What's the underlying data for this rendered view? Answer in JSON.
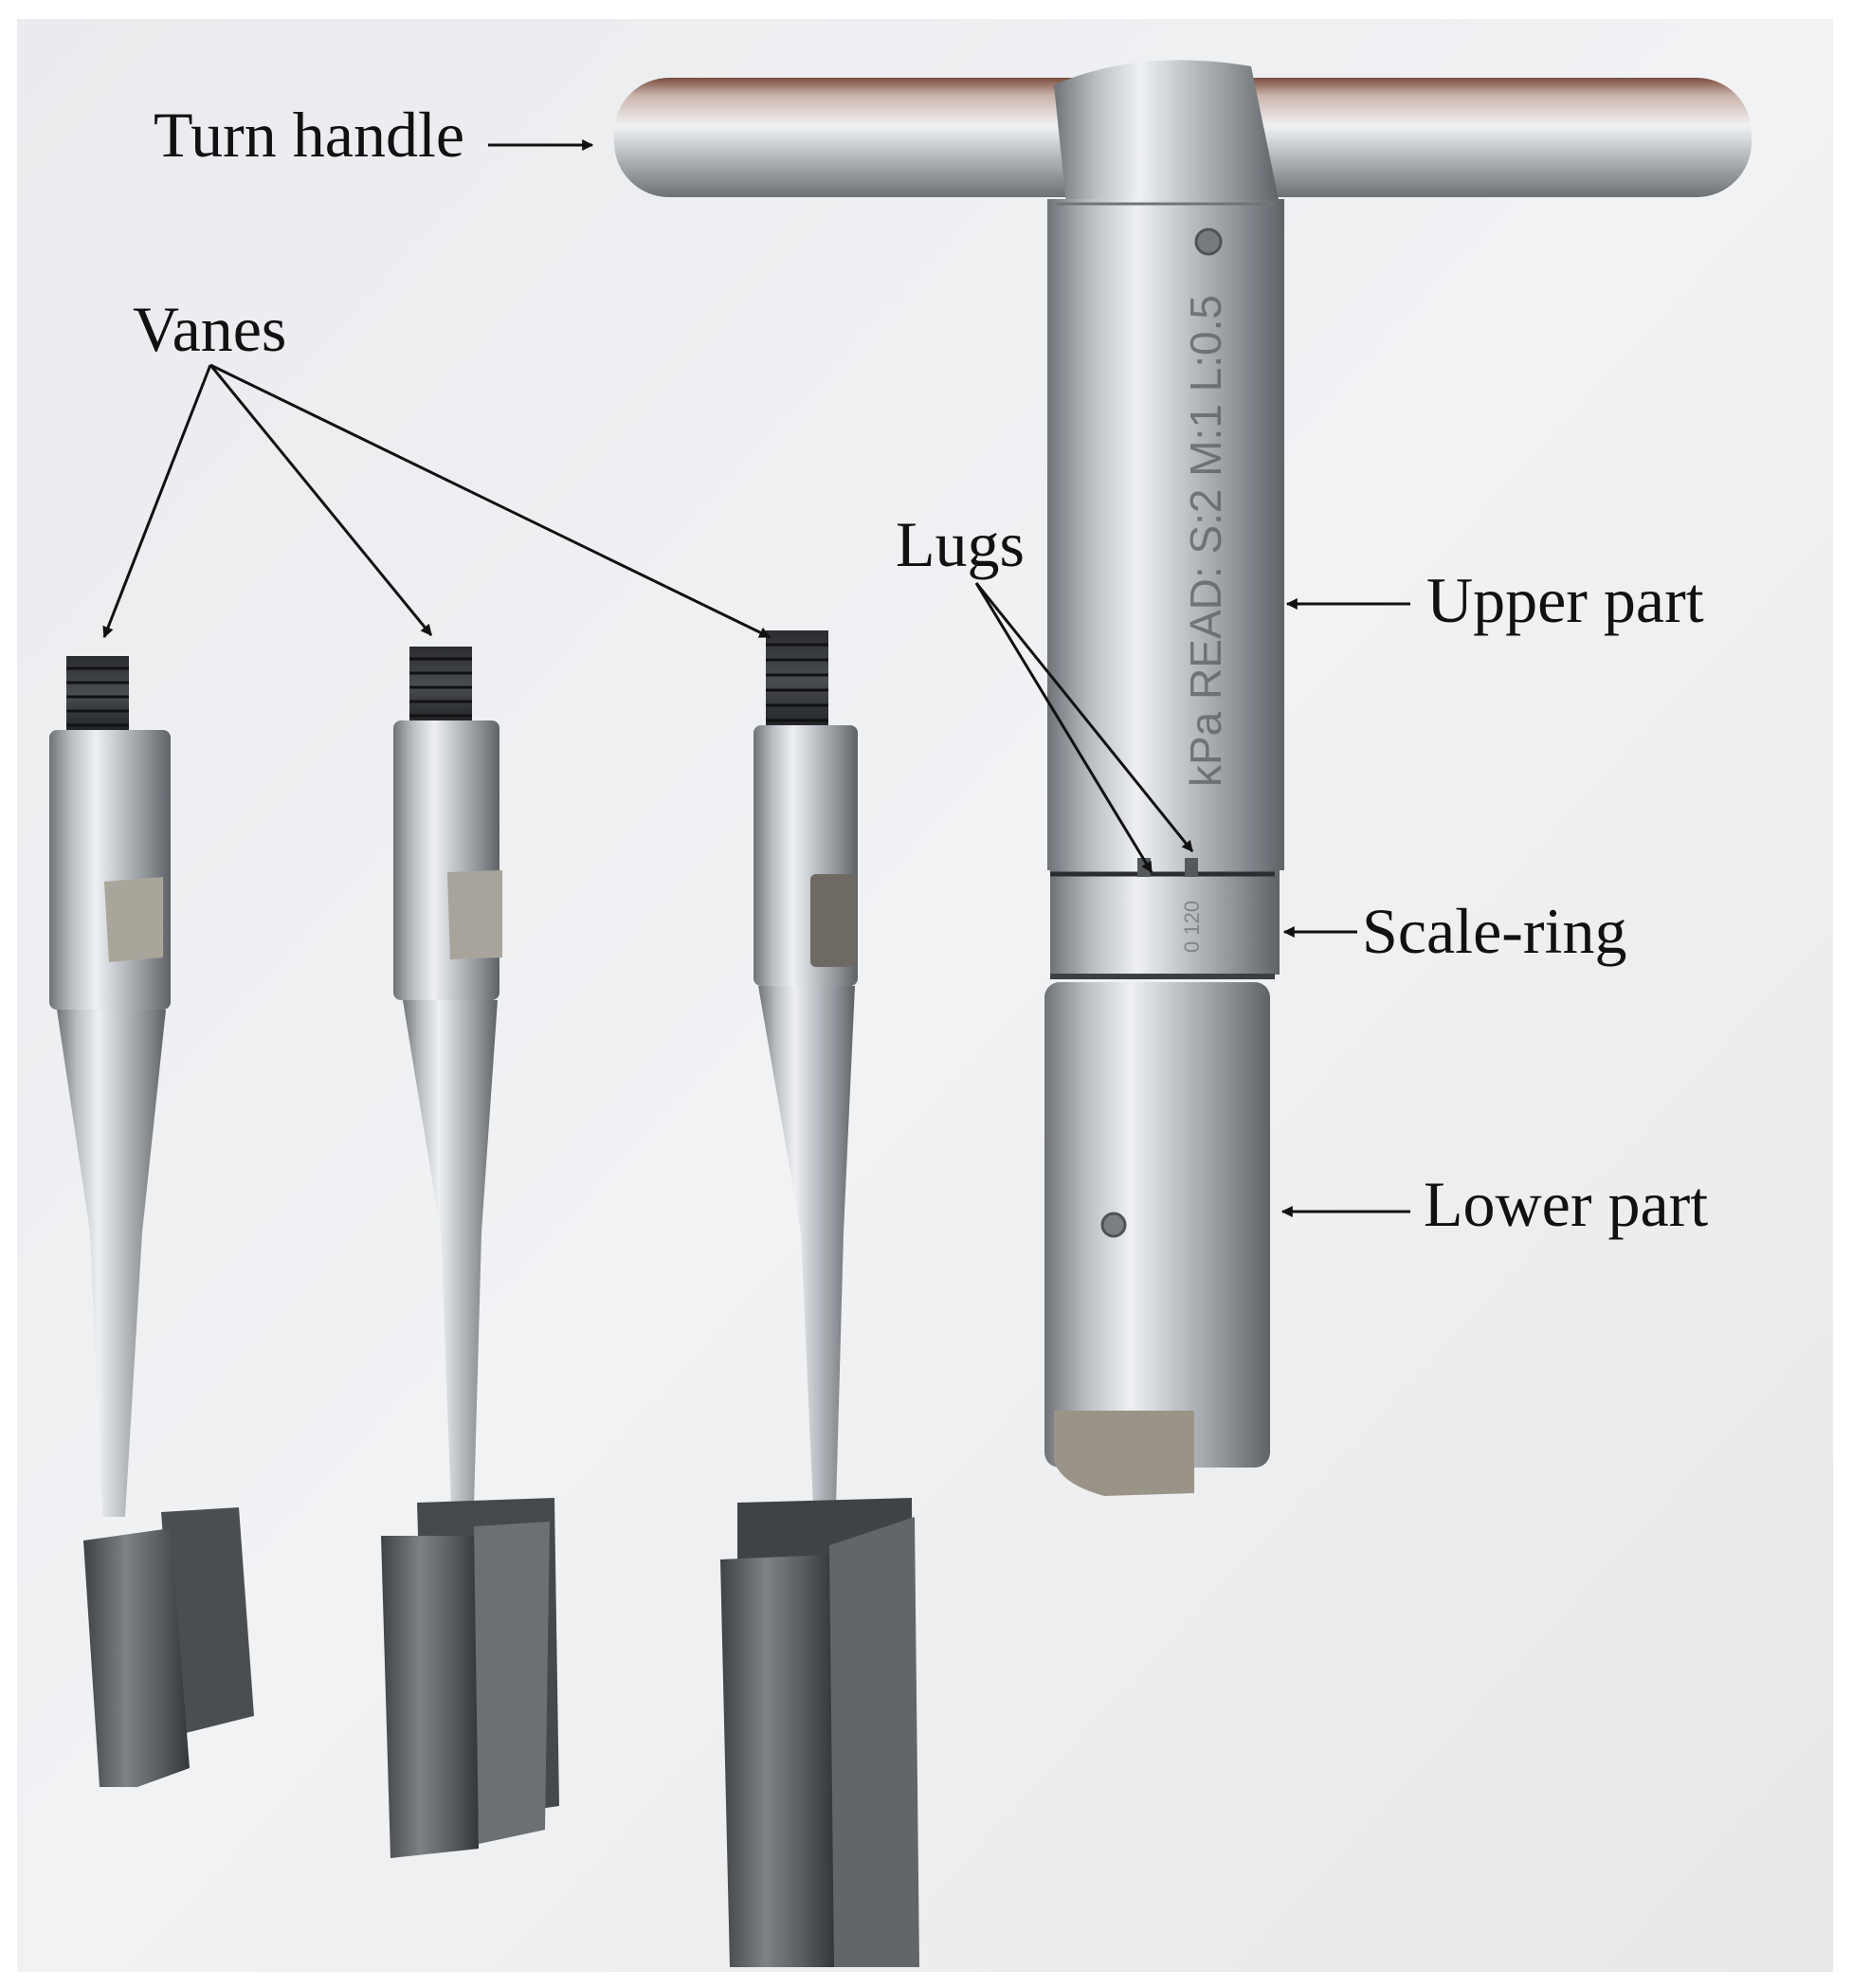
{
  "figure": {
    "labels": {
      "turn_handle": "Turn handle",
      "vanes": "Vanes",
      "lugs": "Lugs",
      "upper_part": "Upper part",
      "scale_ring": "Scale-ring",
      "lower_part": "Lower part"
    },
    "engraving": {
      "upper_text": "kPa READ: S:2 M:1 L:0.5",
      "scale_text": "0 120"
    }
  }
}
